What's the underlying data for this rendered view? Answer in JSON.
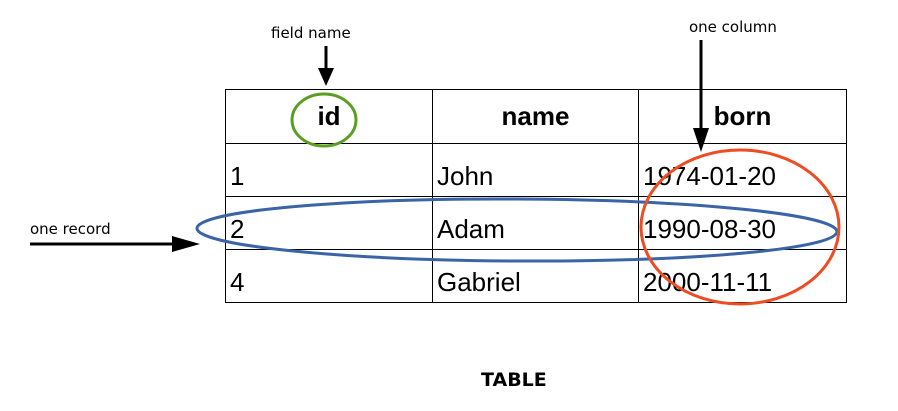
{
  "annotations": {
    "field_name": "field name",
    "one_column": "one column",
    "one_record": "one record"
  },
  "table": {
    "headers": [
      "id",
      "name",
      "born"
    ],
    "rows": [
      [
        "1",
        "John",
        "1974-01-20"
      ],
      [
        "2",
        "Adam",
        "1990-08-30"
      ],
      [
        "4",
        "Gabriel",
        "2000-11-11"
      ]
    ]
  },
  "caption": "TABLE",
  "colors": {
    "field_circle": "#5a9e22",
    "column_ellipse": "#ec4d22",
    "record_ellipse": "#3a64a6",
    "arrows": "#000000"
  }
}
